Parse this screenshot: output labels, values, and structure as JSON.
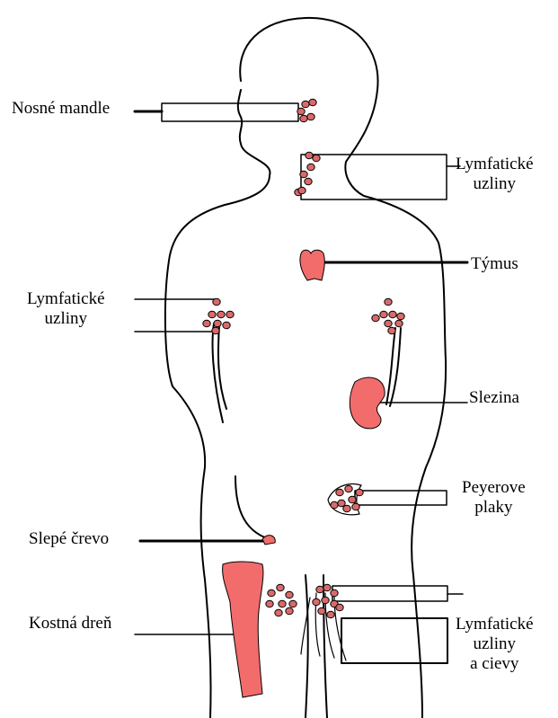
{
  "colors": {
    "organ_fill": "#f26c6c",
    "node_fill": "#d96a6a",
    "outline": "#000000",
    "background": "#ffffff"
  },
  "labels": {
    "tonsils": "Nosné mandle",
    "neck_nodes_1": "Lymfatické",
    "neck_nodes_2": "uzliny",
    "thymus": "Týmus",
    "arm_nodes_1": "Lymfatické",
    "arm_nodes_2": "uzliny",
    "spleen": "Slezina",
    "peyer_1": "Peyerove",
    "peyer_2": "plaky",
    "appendix": "Slepé črevo",
    "marrow": "Kostná dreň",
    "leg_nodes_1": "Lymfatické",
    "leg_nodes_2": "uzliny",
    "leg_nodes_3": "a cievy"
  }
}
